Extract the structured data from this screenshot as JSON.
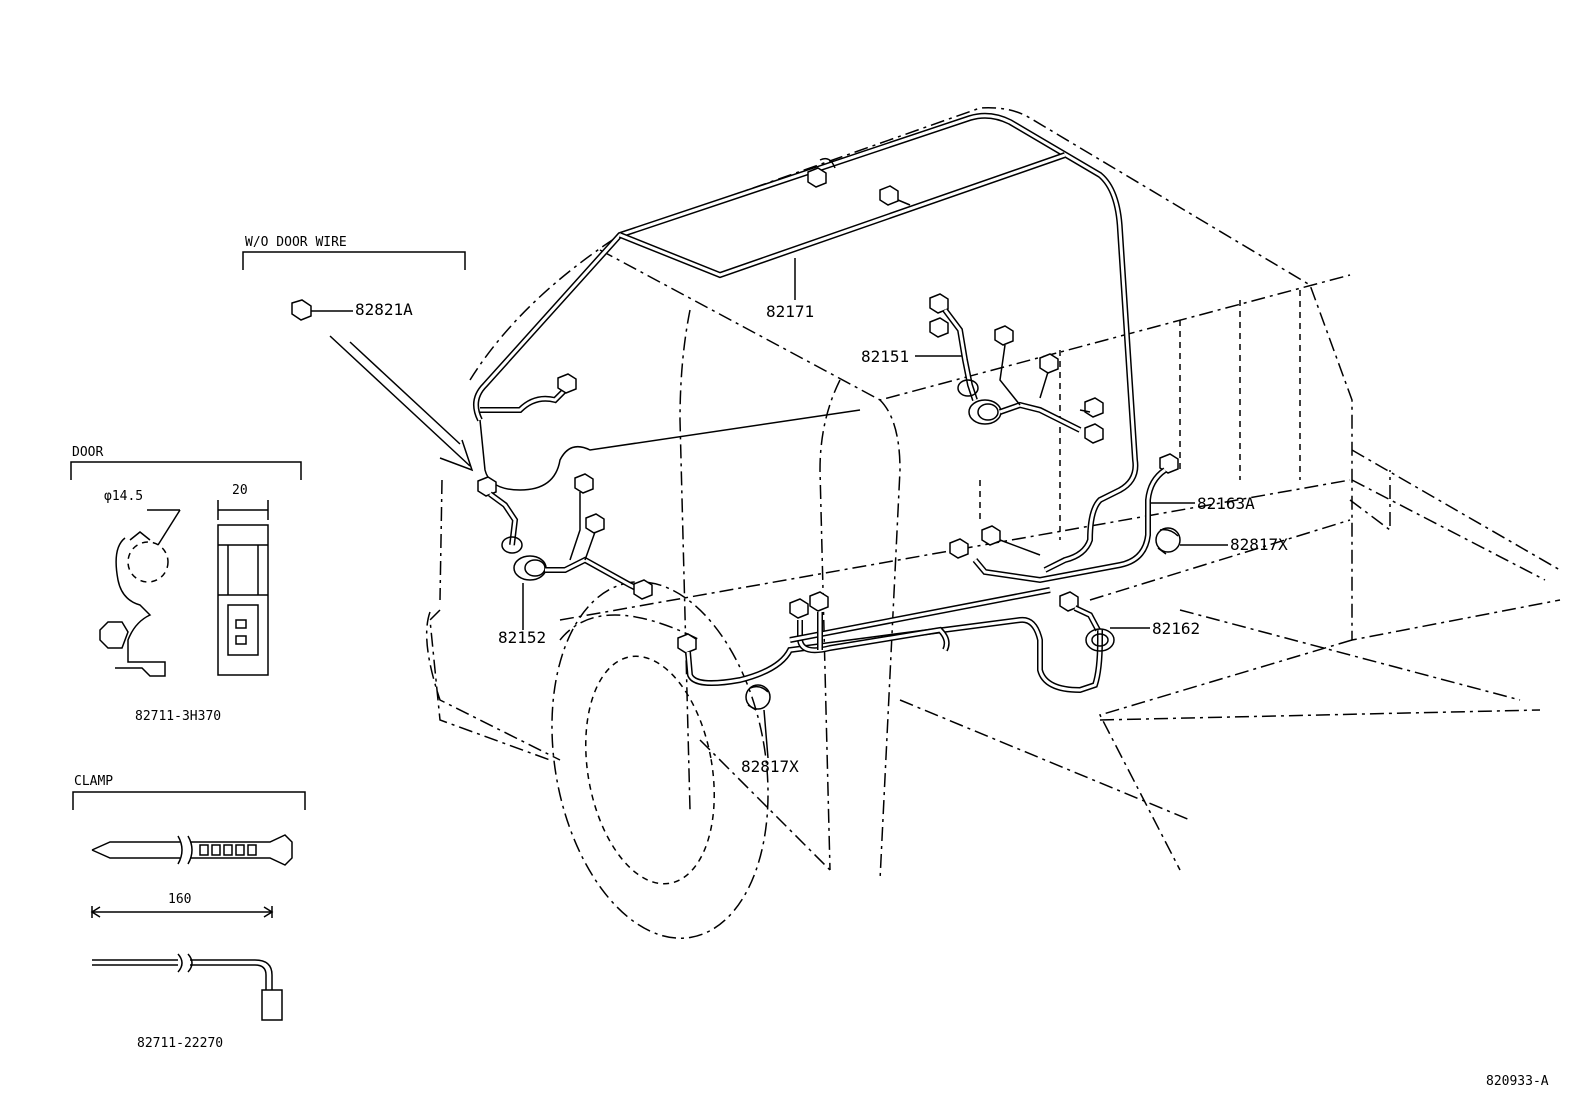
{
  "diagram": {
    "ref_code": "820933-A",
    "groups": {
      "wo_door_wire": {
        "title": "W/O DOOR WIRE",
        "part": "82821A"
      },
      "door": {
        "title": "DOOR",
        "dia": "φ14.5",
        "width": "20",
        "part": "82711-3H370"
      },
      "clamp": {
        "title": "CLAMP",
        "length": "160",
        "part": "82711-22270"
      }
    },
    "callouts": {
      "p82171": "82171",
      "p82151": "82151",
      "p82163A": "82163A",
      "p82817X_right": "82817X",
      "p82162": "82162",
      "p82152": "82152",
      "p82817X_bottom": "82817X"
    }
  }
}
